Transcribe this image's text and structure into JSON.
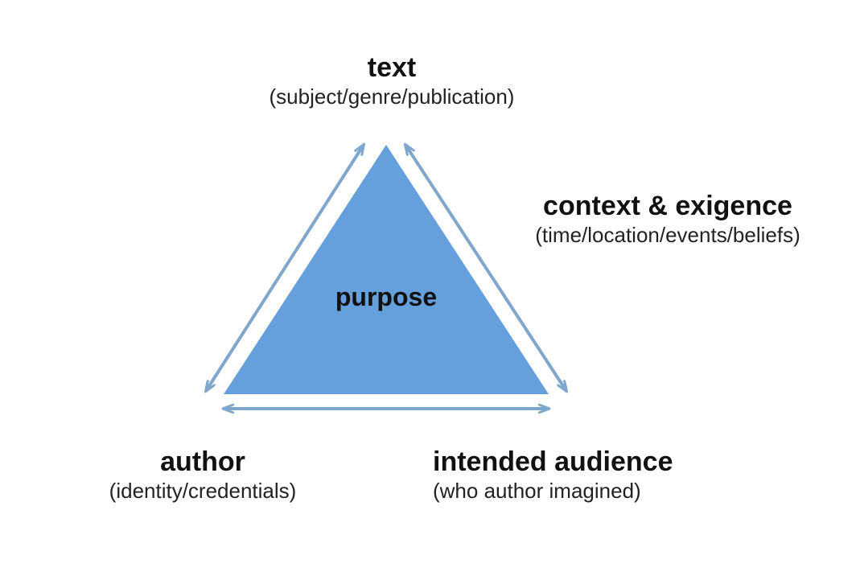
{
  "diagram": {
    "colors": {
      "triangle_fill": "#659fdc",
      "arrow_stroke": "#7fa6cc",
      "text": "#111111"
    },
    "center": {
      "label": "purpose"
    },
    "nodes": {
      "text": {
        "title": "text",
        "subtitle": "(subject/genre/publication)"
      },
      "context": {
        "title": "context & exigence",
        "subtitle": "(time/location/events/beliefs)"
      },
      "author": {
        "title": "author",
        "subtitle": "(identity/credentials)"
      },
      "audience": {
        "title": "intended audience",
        "subtitle": "(who author imagined)"
      }
    }
  }
}
